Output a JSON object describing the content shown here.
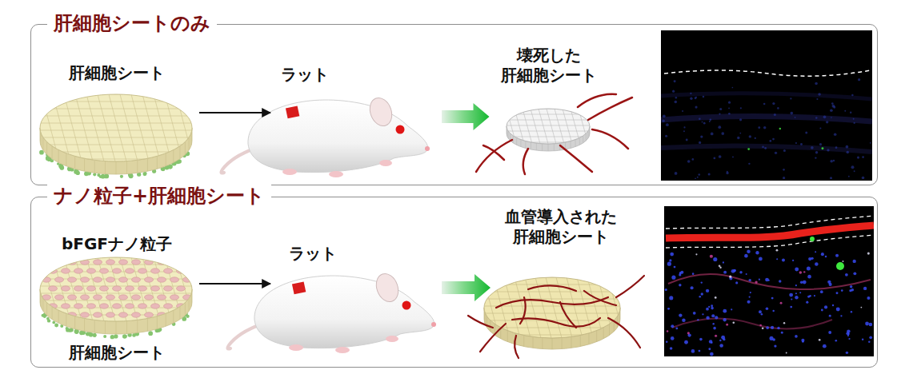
{
  "diagram": {
    "nodes": [
      {
        "text": [
          "肝細胞シートのみ"
        ]
      },
      {
        "text": [
          "肝細胞シート"
        ],
        "in": 0
      },
      {
        "text": [
          "ラット"
        ],
        "in": 0
      },
      {
        "text": [
          "壊死した 肝細胞シート"
        ],
        "in": 0
      },
      {
        "text": [
          "ナノ粒子+肝細胞シート"
        ]
      },
      {
        "text": [
          "bFGFナノ粒子",
          "肝細胞シート"
        ],
        "in": 4
      },
      {
        "text": [
          "ラット"
        ],
        "in": 4
      },
      {
        "text": [
          "血管導入された 肝細胞シート"
        ],
        "in": 4
      }
    ],
    "edges": [
      {
        "from": 1,
        "to": 2,
        "arrow": "to"
      },
      {
        "from": 2,
        "to": 3,
        "arrow": "to"
      },
      {
        "from": 5,
        "to": 6,
        "arrow": "to"
      },
      {
        "from": 6,
        "to": 7,
        "arrow": "to"
      }
    ]
  }
}
